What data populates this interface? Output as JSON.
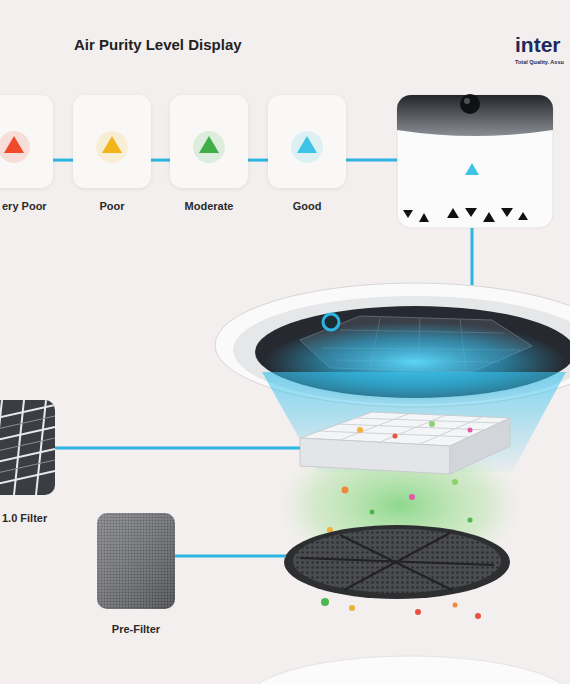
{
  "diagram": {
    "title": "Air Purity Level Display",
    "nodes": [
      {
        "text": [
          "ery Poor"
        ]
      },
      {
        "text": [
          "Poor"
        ]
      },
      {
        "text": [
          "Moderate"
        ]
      },
      {
        "text": [
          "Good"
        ]
      },
      {
        "text": [
          "1.0 Filter"
        ]
      },
      {
        "text": [
          "Pre-Filter"
        ]
      }
    ],
    "edges": [
      {
        "from": 0,
        "to": 1,
        "arrow": "none"
      },
      {
        "from": 1,
        "to": 2,
        "arrow": "none"
      },
      {
        "from": 2,
        "to": 3,
        "arrow": "none"
      }
    ],
    "labels": [
      "inter",
      "Total Quality. Assu"
    ]
  }
}
